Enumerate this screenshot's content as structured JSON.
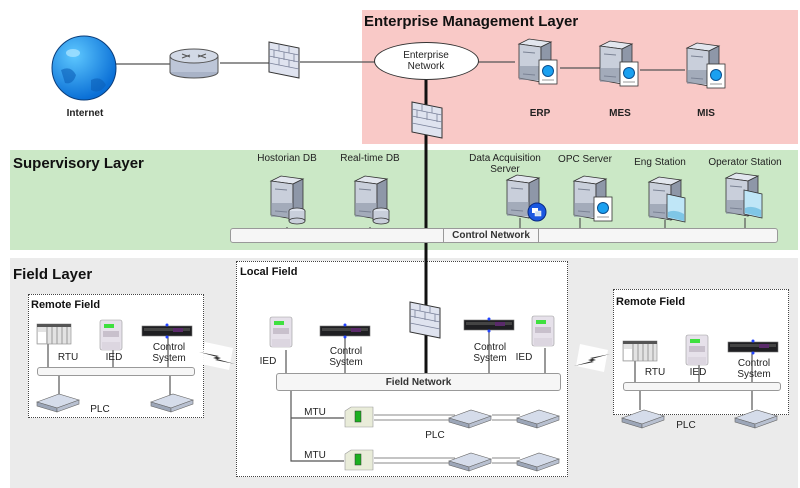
{
  "layers": {
    "enterprise": {
      "title": "Enterprise Management Layer",
      "color": "#f9c9c7"
    },
    "supervisory": {
      "title": "Supervisory Layer",
      "color": "#cbe8c6"
    },
    "field": {
      "title": "Field Layer",
      "color": "#ebebeb"
    }
  },
  "top": {
    "internet": "Internet",
    "enterprise_network": "Enterprise Network",
    "servers": [
      "ERP",
      "MES",
      "MIS"
    ]
  },
  "supervisory": {
    "historian": "Hostorian DB",
    "realtime": "Real-time DB",
    "daq": "Data Acquisition Server",
    "opc": "OPC Server",
    "eng": "Eng Station",
    "operator": "Operator Station",
    "control_network": "Control Network"
  },
  "field": {
    "local": {
      "title": "Local Field",
      "ied_left": "IED",
      "cs_left": "Control System",
      "cs_right": "Control System",
      "ied_right": "IED",
      "field_network": "Field Network",
      "mtu1": "MTU",
      "mtu2": "MTU",
      "plc": "PLC"
    },
    "remote_left": {
      "title": "Remote Field",
      "rtu": "RTU",
      "ied": "IED",
      "cs": "Control System",
      "plc": "PLC"
    },
    "remote_right": {
      "title": "Remote Field",
      "rtu": "RTU",
      "ied": "IED",
      "cs": "Control System",
      "plc": "PLC"
    }
  }
}
